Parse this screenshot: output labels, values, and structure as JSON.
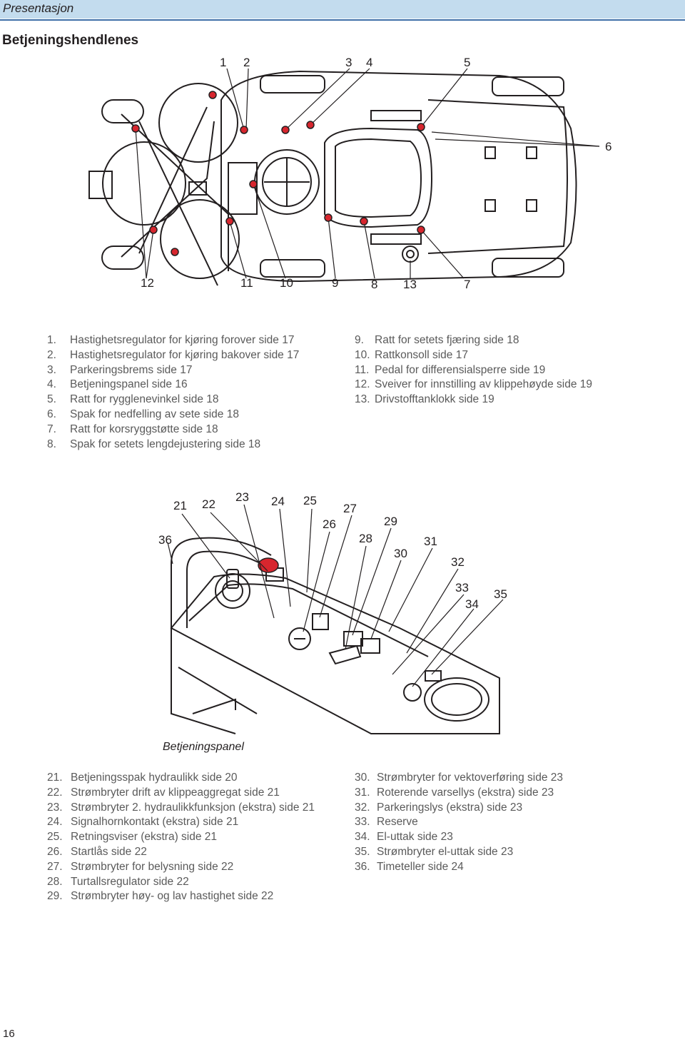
{
  "header": {
    "section": "Presentasjon"
  },
  "heading": "Betjeningshendlenes",
  "figure1": {
    "callouts": [
      "1",
      "2",
      "3",
      "4",
      "5",
      "6",
      "7",
      "8",
      "9",
      "10",
      "11",
      "12",
      "13"
    ]
  },
  "list1_left": [
    {
      "num": "1.",
      "text": "Hastighetsregulator for kjøring forover side 17"
    },
    {
      "num": "2.",
      "text": "Hastighetsregulator for kjøring bakover side 17"
    },
    {
      "num": "3.",
      "text": "Parkeringsbrems side 17"
    },
    {
      "num": "4.",
      "text": "Betjeningspanel side 16"
    },
    {
      "num": "5.",
      "text": "Ratt for rygglenevinkel side 18"
    },
    {
      "num": "6.",
      "text": "Spak for nedfelling av sete side 18"
    },
    {
      "num": "7.",
      "text": "Ratt for korsryggstøtte side 18"
    },
    {
      "num": "8.",
      "text": "Spak for setets lengdejustering side 18"
    }
  ],
  "list1_right": [
    {
      "num": "9.",
      "text": "Ratt for setets fjæring side 18"
    },
    {
      "num": "10.",
      "text": "Rattkonsoll side 17"
    },
    {
      "num": "11.",
      "text": "Pedal for differensialsperre side 19"
    },
    {
      "num": "12.",
      "text": "Sveiver for innstilling av klippehøyde side 19"
    },
    {
      "num": "13.",
      "text": "Drivstofftanklokk side 19"
    }
  ],
  "figure2": {
    "callouts": [
      "21",
      "22",
      "23",
      "24",
      "25",
      "26",
      "27",
      "28",
      "29",
      "30",
      "31",
      "32",
      "33",
      "34",
      "35",
      "36"
    ],
    "caption": "Betjeningspanel"
  },
  "list2_left": [
    {
      "num": "21.",
      "text": "Betjeningsspak hydraulikk side 20"
    },
    {
      "num": "22.",
      "text": "Strømbryter drift av klippeaggregat side 21"
    },
    {
      "num": "23.",
      "text": "Strømbryter 2. hydraulikkfunksjon (ekstra) side 21"
    },
    {
      "num": "24.",
      "text": "Signalhornkontakt (ekstra) side 21"
    },
    {
      "num": "25.",
      "text": "Retningsviser (ekstra) side 21"
    },
    {
      "num": "26.",
      "text": "Startlås side 22"
    },
    {
      "num": "27.",
      "text": "Strømbryter for belysning side 22"
    },
    {
      "num": "28.",
      "text": "Turtallsregulator side 22"
    },
    {
      "num": "29.",
      "text": "Strømbryter høy- og lav hastighet side 22"
    }
  ],
  "list2_right": [
    {
      "num": "30.",
      "text": "Strømbryter for vektoverføring side 23"
    },
    {
      "num": "31.",
      "text": "Roterende varsellys (ekstra) side 23"
    },
    {
      "num": "32.",
      "text": "Parkeringslys (ekstra) side 23"
    },
    {
      "num": "33.",
      "text": "Reserve"
    },
    {
      "num": "34.",
      "text": "El-uttak side 23"
    },
    {
      "num": "35.",
      "text": "Strømbryter el-uttak side 23"
    },
    {
      "num": "36.",
      "text": "Timeteller side 24"
    }
  ],
  "page_number": "16",
  "colors": {
    "header_band": "#c3dcee",
    "header_rule": "#3f6fa8",
    "callout_dot": "#d7262e"
  }
}
